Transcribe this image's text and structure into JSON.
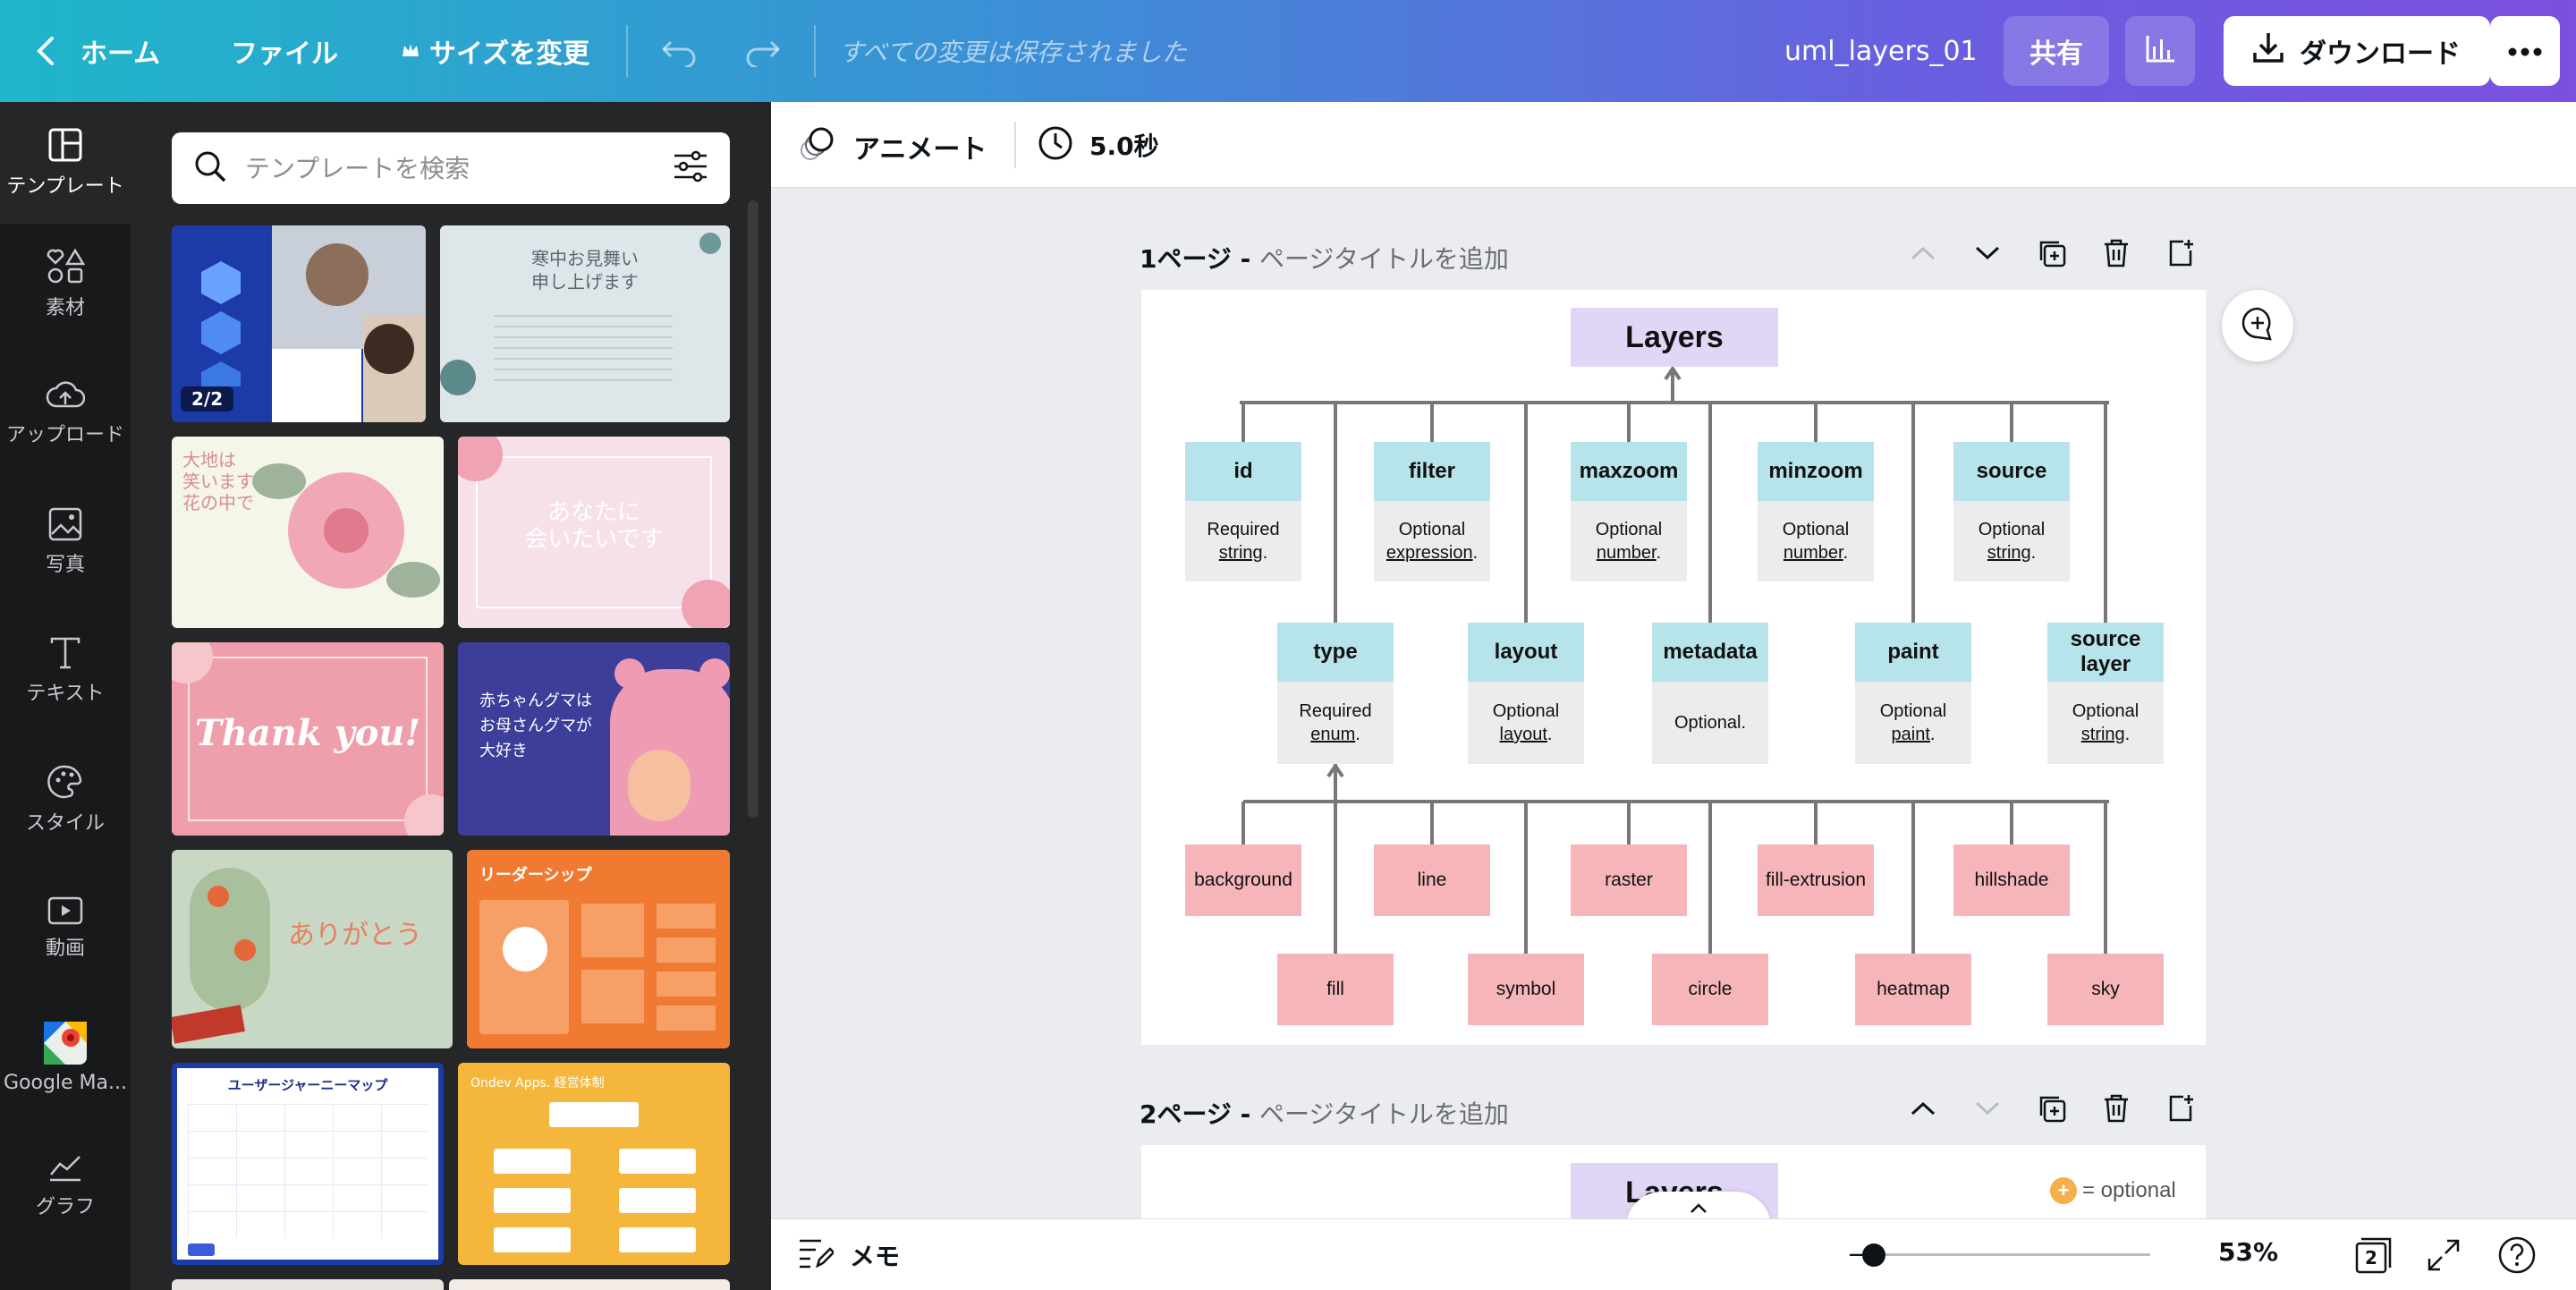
{
  "topbar": {
    "home": "ホーム",
    "file": "ファイル",
    "resize": "サイズを変更",
    "save_status": "すべての変更は保存されました",
    "doc_title": "uml_layers_01",
    "share": "共有",
    "download": "ダウンロード"
  },
  "rail": {
    "items": [
      {
        "label": "テンプレート",
        "icon": "template-icon"
      },
      {
        "label": "素材",
        "icon": "elements-icon"
      },
      {
        "label": "アップロード",
        "icon": "upload-icon"
      },
      {
        "label": "写真",
        "icon": "photo-icon"
      },
      {
        "label": "テキスト",
        "icon": "text-icon"
      },
      {
        "label": "スタイル",
        "icon": "style-icon"
      },
      {
        "label": "動画",
        "icon": "video-icon"
      },
      {
        "label": "Google Ma...",
        "icon": "google-maps-icon"
      },
      {
        "label": "グラフ",
        "icon": "chart-icon"
      }
    ]
  },
  "panel": {
    "search_placeholder": "テンプレートを検索",
    "thumbs": {
      "t1_badge": "2/2",
      "t2_text": "寒中お見舞い\n申し上げます",
      "t3_text": "大地は\n笑います\n花の中で",
      "t4_text": "あなたに\n会いたいです",
      "t5_text": "Thank you!",
      "t6_text": "赤ちゃんグマは\nお母さんグマが\n大好き",
      "t7_text": "ありがとう",
      "t8_text": "リーダーシップ",
      "t9_text": "ユーザージャーニーマップ",
      "t10_text": "Ondev Apps. 経営体制"
    }
  },
  "editor": {
    "animate": "アニメート",
    "duration": "5.0秒",
    "page1_label": "1ページ - ",
    "page1_sub": "ページタイトルを追加",
    "page2_label": "2ページ - ",
    "page2_sub": "ページタイトルを追加",
    "optional_legend": "= optional"
  },
  "diagram": {
    "title": "Layers",
    "props_top": [
      {
        "name": "id",
        "req": "Required",
        "type": "string"
      },
      {
        "name": "filter",
        "req": "Optional",
        "type": "expression"
      },
      {
        "name": "maxzoom",
        "req": "Optional",
        "type": "number"
      },
      {
        "name": "minzoom",
        "req": "Optional",
        "type": "number"
      },
      {
        "name": "source",
        "req": "Optional",
        "type": "string"
      }
    ],
    "props_bottom": [
      {
        "name": "type",
        "req": "Required",
        "type": "enum"
      },
      {
        "name": "layout",
        "req": "Optional",
        "type": "layout"
      },
      {
        "name": "metadata",
        "req": "Optional.",
        "type": ""
      },
      {
        "name": "paint",
        "req": "Optional",
        "type": "paint"
      },
      {
        "name": "source layer",
        "req": "Optional",
        "type": "string"
      }
    ],
    "types_top": [
      "background",
      "line",
      "raster",
      "fill-extrusion",
      "hillshade"
    ],
    "types_bottom": [
      "fill",
      "symbol",
      "circle",
      "heatmap",
      "sky"
    ]
  },
  "bottombar": {
    "notes": "メモ",
    "zoom": "53%",
    "page_count": "2"
  }
}
